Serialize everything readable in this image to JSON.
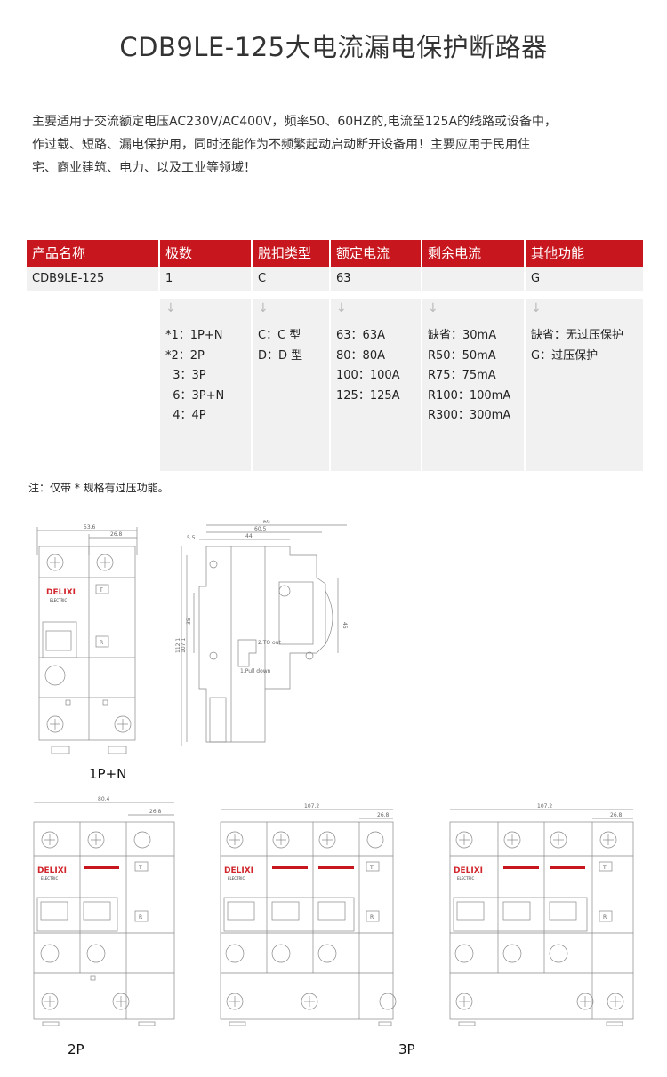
{
  "title": "CDB9LE-125大电流漏电保护断路器",
  "intro_lines": [
    "主要适用于交流额定电压AC230V/AC400V，频率50、60HZ的,电流至125A的线路或设备中，",
    "作过载、短路、漏电保护用，同时还能作为不频繁起动启动断开设备用！主要应用于民用住",
    "宅、商业建筑、电力、以及工业等领域！"
  ],
  "table": {
    "headers": [
      "产品名称",
      "极数",
      "脱扣类型",
      "额定电流",
      "剩余电流",
      "其他功能"
    ],
    "values": [
      "CDB9LE-125",
      "1",
      "C",
      "63",
      "",
      "G"
    ],
    "arrow": "↓",
    "options": [
      [],
      [
        "*1：1P+N",
        "*2：2P",
        "  3：3P",
        "  6：3P+N",
        "  4：4P"
      ],
      [
        "C：C 型",
        "D：D 型"
      ],
      [
        "63：63A",
        "80：80A",
        "100：100A",
        "125：125A"
      ],
      [
        "缺省：30mA",
        "R50：50mA",
        "R75：75mA",
        "R100：100mA",
        "R300：300mA"
      ],
      [
        "缺省：无过压保护",
        "G：过压保护"
      ]
    ]
  },
  "note": "注：仅带 * 规格有过压功能。",
  "diagrams": {
    "brand": "DELIXI",
    "brand_sub": "ELECTRIC",
    "button_t": "T",
    "button_r": "R",
    "captions": [
      "1P+N",
      "2P",
      "3P"
    ],
    "dims_1pn_front": [
      "53.6",
      "26.8"
    ],
    "dims_side": [
      "69",
      "60.5",
      "44",
      "5.5",
      "35",
      "45",
      "107.1",
      "112.1"
    ],
    "side_labels": [
      "2.TO out",
      "1.Pull down"
    ],
    "dims_2p": [
      "80.4",
      "26.8"
    ],
    "dims_3pn_a": [
      "107.2",
      "26.8"
    ],
    "dims_3pn_b": [
      "107.2",
      "26.8"
    ]
  },
  "colors": {
    "accent": "#c8161e",
    "panel": "#f1f1f1",
    "brand_red": "#d0262c"
  }
}
